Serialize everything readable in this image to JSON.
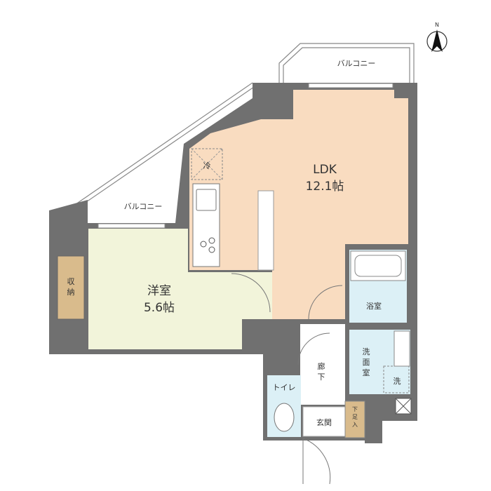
{
  "plan": {
    "compass": {
      "label": "N"
    },
    "rooms": {
      "ldk": {
        "name": "LDK",
        "size": "12.1帖"
      },
      "western": {
        "name": "洋室",
        "size": "5.6帖"
      },
      "storage": {
        "name_line1": "収",
        "name_line2": "納"
      },
      "bath": {
        "name": "浴室"
      },
      "washroom": {
        "line1": "洗",
        "line2": "面",
        "line3": "室"
      },
      "hall": {
        "line1": "廊",
        "line2": "下"
      },
      "toilet": {
        "name": "トイレ"
      },
      "entrance": {
        "name": "玄関"
      },
      "shoe_box": {
        "line1": "下",
        "line2": "足",
        "line3": "入"
      }
    },
    "fixtures": {
      "fridge": "冷",
      "washer": "洗"
    },
    "balconies": {
      "top": "バルコニー",
      "left": "バルコニー"
    },
    "colors": {
      "wall": "#707070",
      "ldk": "#f9dcc0",
      "western": "#f2f4da",
      "wet": "#dcf0f6",
      "storage": "#d9bb8c"
    }
  }
}
